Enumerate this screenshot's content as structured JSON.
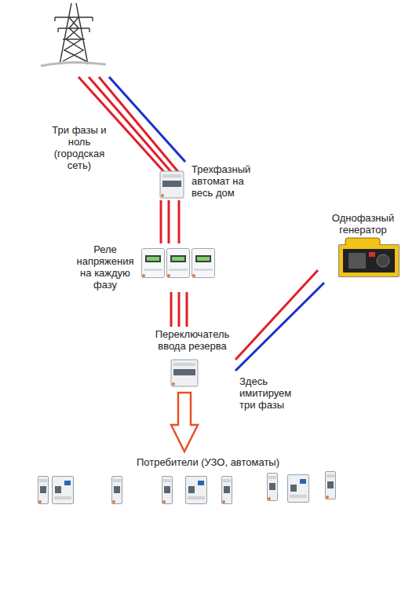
{
  "diagram": {
    "nodes": [
      {
        "text": [
          "Трехфазный автомат на весь дом"
        ]
      },
      {
        "text": [
          "Реле напряжения на каждую фазу"
        ]
      },
      {
        "text": [
          "Однофазный генератор"
        ]
      },
      {
        "text": [
          "Переключатель ввода резерва"
        ]
      },
      {
        "text": [
          "Потребители (УЗО, автоматы)"
        ]
      }
    ],
    "edges": [
      {
        "from": 0,
        "to": 1,
        "arrow": "none"
      },
      {
        "from": 1,
        "to": 3,
        "arrow": "none"
      },
      {
        "from": 2,
        "to": 3,
        "arrow": "none"
      },
      {
        "from": 3,
        "to": 4,
        "arrow": "to"
      }
    ],
    "labels": [
      "Три фазы и ноль (городская сеть)",
      "Здесь имитируем три фазы"
    ]
  }
}
